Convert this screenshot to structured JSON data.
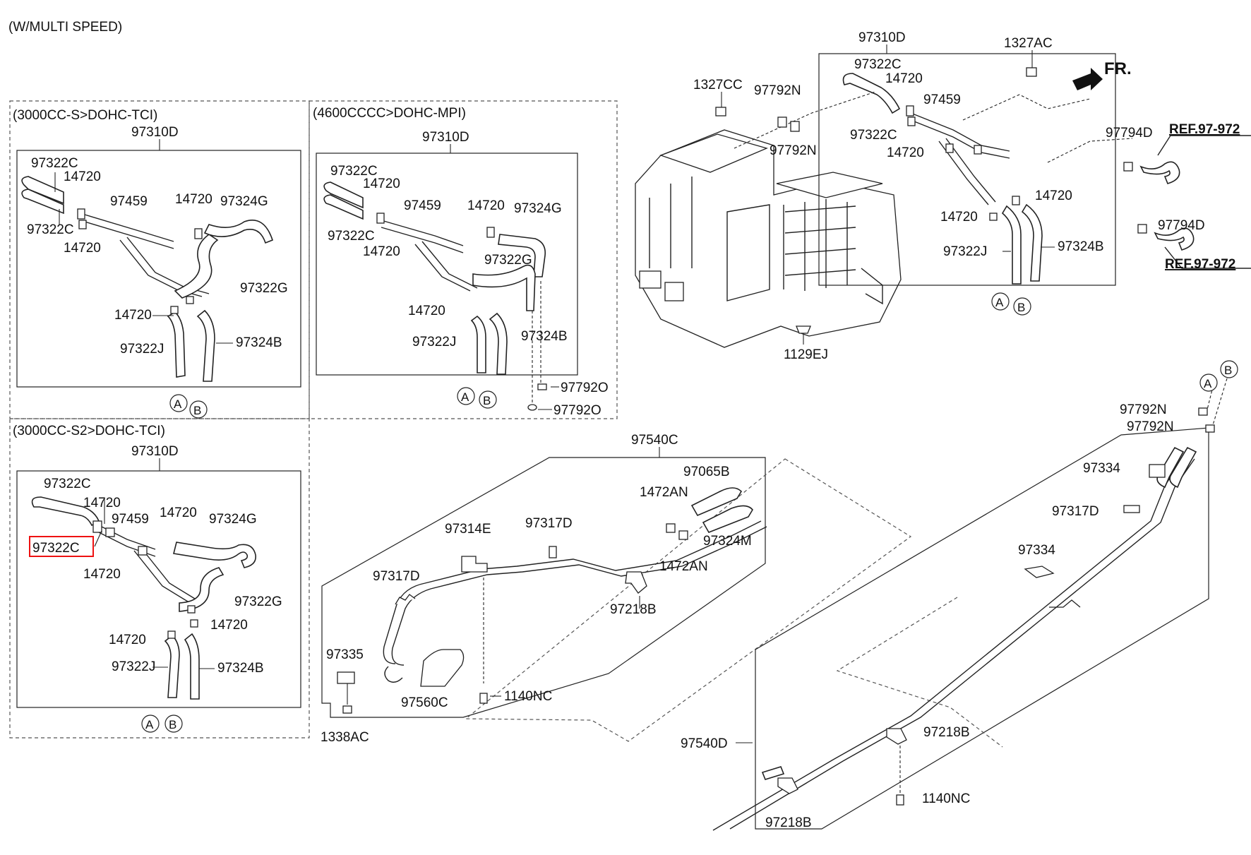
{
  "header": {
    "title": "(W/MULTI SPEED)",
    "front_label": "FR."
  },
  "variants": {
    "v1": "(3000CC-S>DOHC-TCI)",
    "v2": "(4600CCCC>DOHC-MPI)",
    "v3": "(3000CC-S2>DOHC-TCI)"
  },
  "connectors": {
    "a": "A",
    "b": "B"
  },
  "parts": {
    "p97310D": "97310D",
    "p97322C": "97322C",
    "p14720": "14720",
    "p97459": "97459",
    "p97324G": "97324G",
    "p97322G": "97322G",
    "p97322J": "97322J",
    "p97324B": "97324B",
    "p97792O": "97792O",
    "p97792N": "97792N",
    "p1327CC": "1327CC",
    "p1327AC": "1327AC",
    "p97794D": "97794D",
    "p1129EJ": "1129EJ",
    "p97540C": "97540C",
    "p97065B": "97065B",
    "p1472AN": "1472AN",
    "p97324M": "97324M",
    "p97314E": "97314E",
    "p97317D": "97317D",
    "p97218B": "97218B",
    "p97335": "97335",
    "p97560C": "97560C",
    "p1140NC": "1140NC",
    "p1338AC": "1338AC",
    "p97334": "97334",
    "p97540D": "97540D",
    "ref97972": "REF.97-972"
  },
  "highlight": {
    "part": "97322C",
    "color": "#e11111"
  }
}
